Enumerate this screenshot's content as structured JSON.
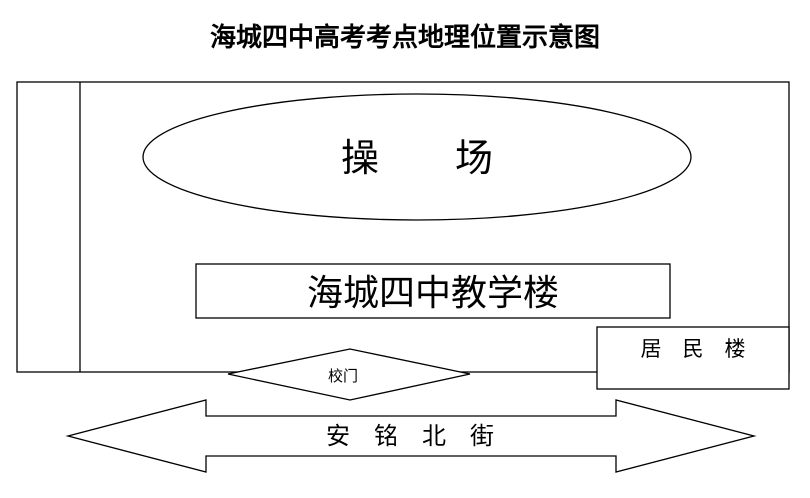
{
  "title": "海城四中高考考点地理位置示意图",
  "labels": {
    "playground": "操　　场",
    "teaching_building": "海城四中教学楼",
    "school_gate": "校门",
    "residential_building": "居　民　楼",
    "street": "安　铭　北　街"
  },
  "colors": {
    "stroke": "#000000",
    "fill": "#ffffff"
  }
}
